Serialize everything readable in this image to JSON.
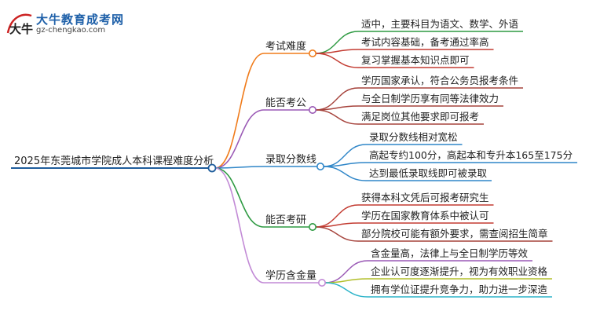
{
  "logo": {
    "title": "大牛教育成考网",
    "url": "gz-chengkao.com",
    "mark_text": "大牛"
  },
  "diagram": {
    "root": "2025年东莞城市学院成人本科课程难度分析",
    "branches": [
      {
        "label": "考试难度",
        "color": "#f07b1a",
        "items": [
          "适中，主要科目为语文、数学、外语",
          "考试内容基础，备考通过率高",
          "复习掌握基本知识点即可"
        ],
        "item_colors": [
          "#2e9a42",
          "#c33c32",
          "#c33c32"
        ]
      },
      {
        "label": "能否考公",
        "color": "#9a59b5",
        "items": [
          "学历国家承认，符合公务员报考条件",
          "与全日制学历享有同等法律效力",
          "满足岗位其他要求即可报考"
        ],
        "item_colors": [
          "#a6433c",
          "#a6433c",
          "#a6433c"
        ]
      },
      {
        "label": "录取分数线",
        "color": "#2f86c8",
        "items": [
          "录取分数线相对宽松",
          "高起专约100分，高起本和专升本165至175分",
          "达到最低录取线即可被录取"
        ],
        "item_colors": [
          "#2f86c8",
          "#2f86c8",
          "#2f86c8"
        ]
      },
      {
        "label": "能否考研",
        "color": "#2e9a42",
        "items": [
          "获得本科文凭后可报考研究生",
          "学历在国家教育体系中被认可",
          "部分院校可能有额外要求，需查阅招生简章"
        ],
        "item_colors": [
          "#c33c32",
          "#c33c32",
          "#a6433c"
        ]
      },
      {
        "label": "学历含金量",
        "color": "#c28ad6",
        "items": [
          "含金量高，法律上与全日制学历等效",
          "企业认可度逐渐提升，视为有效职业资格",
          "拥有学位证提升竞争力，助力进一步深造"
        ],
        "item_colors": [
          "#9a59b5",
          "#b2bf2a",
          "#2bb3c9"
        ]
      }
    ]
  }
}
